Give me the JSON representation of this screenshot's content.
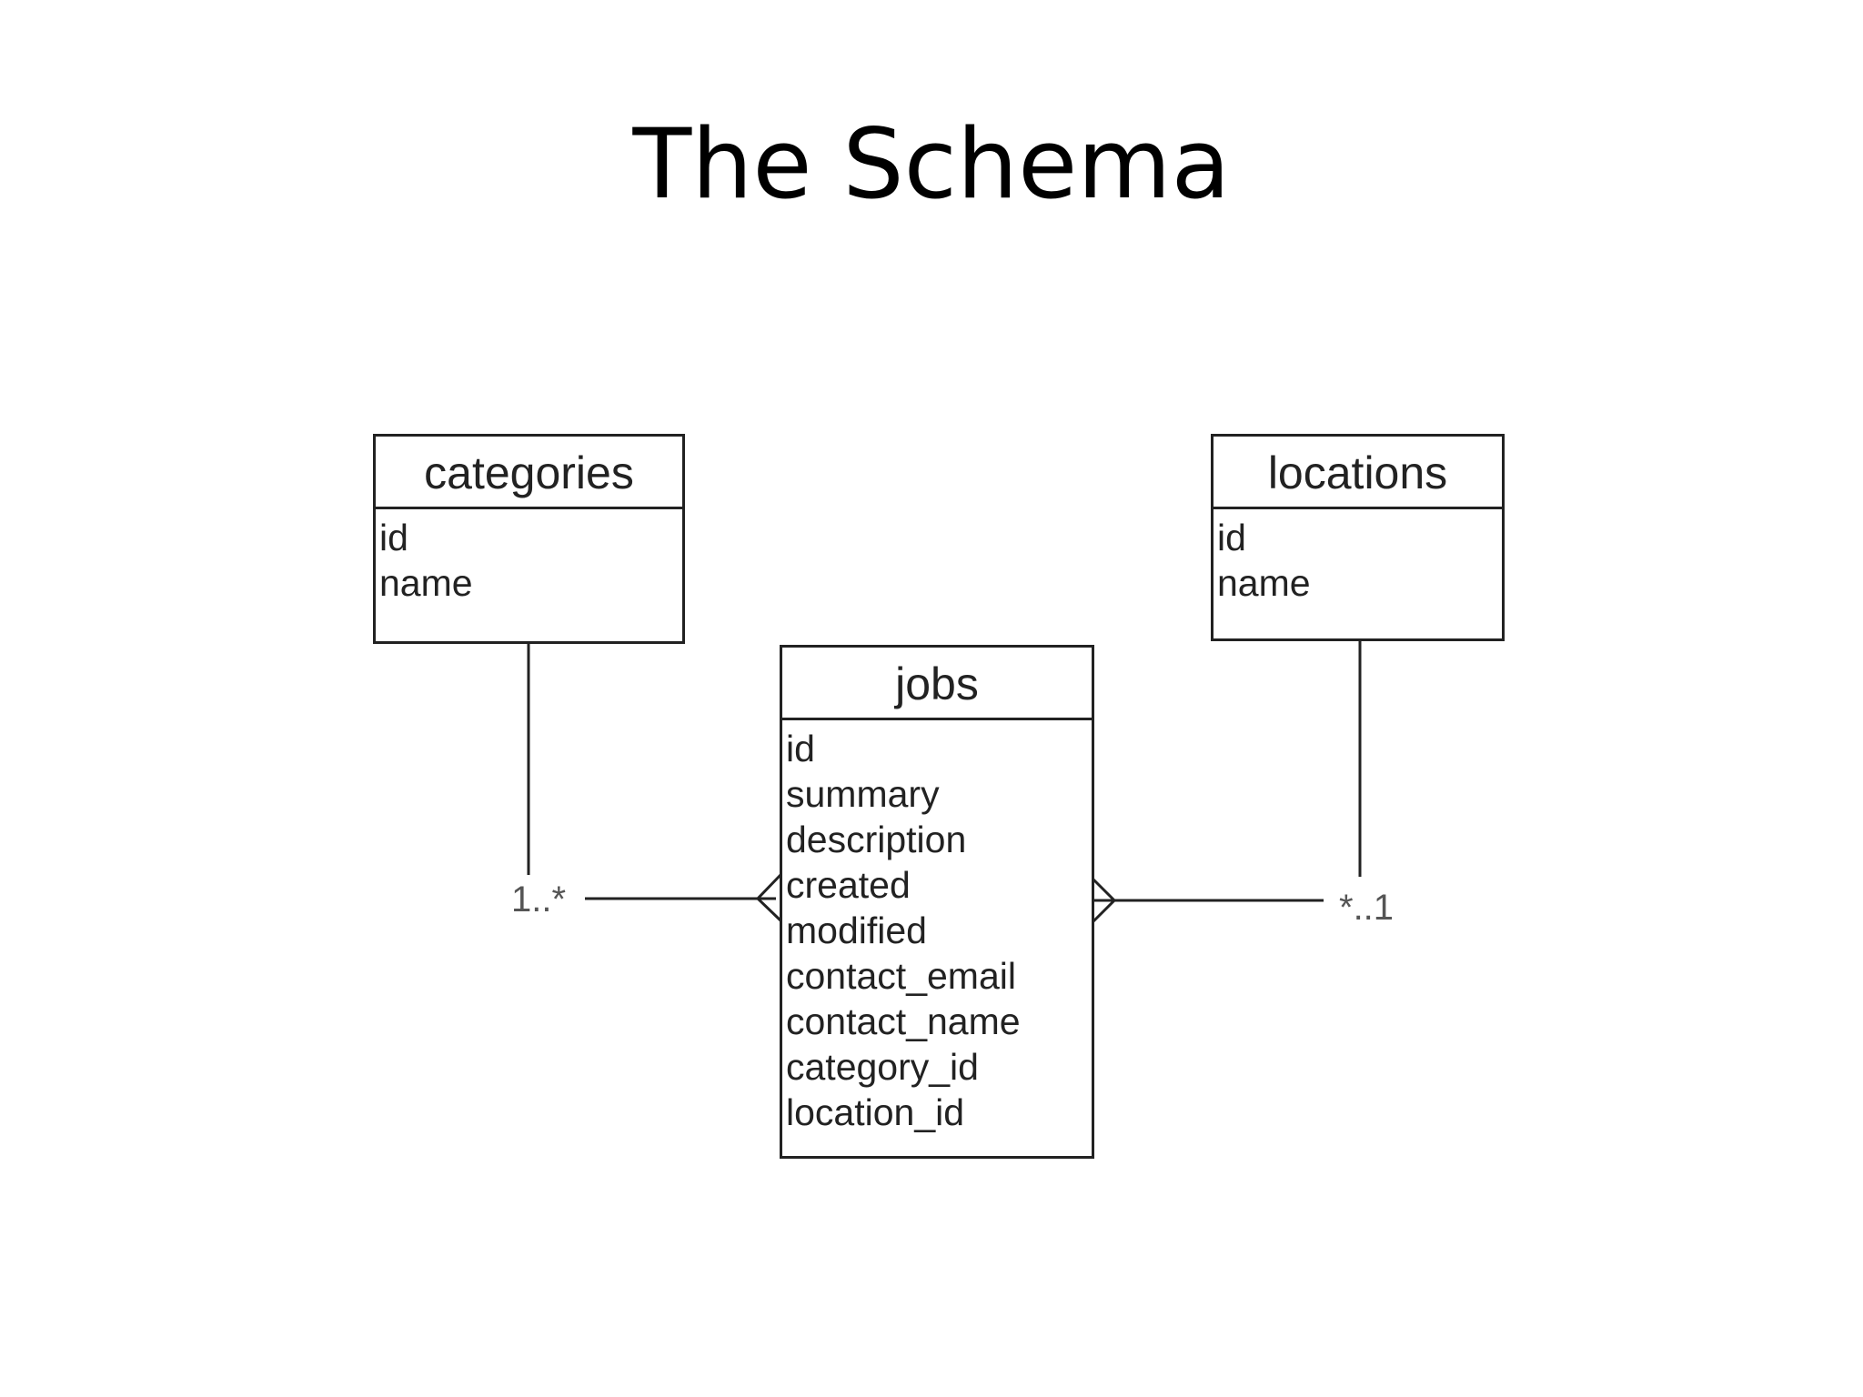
{
  "slide": {
    "title": "The Schema"
  },
  "entities": {
    "categories": {
      "name": "categories",
      "fields": [
        "id",
        "name"
      ]
    },
    "locations": {
      "name": "locations",
      "fields": [
        "id",
        "name"
      ]
    },
    "jobs": {
      "name": "jobs",
      "fields": [
        "id",
        "summary",
        "description",
        "created",
        "modified",
        "contact_email",
        "contact_name",
        "category_id",
        "location_id"
      ]
    }
  },
  "relationships": {
    "categories_jobs": {
      "multiplicity": "1..*"
    },
    "jobs_locations": {
      "multiplicity": "*..1"
    }
  },
  "colors": {
    "line": "#222222",
    "label": "#555555",
    "background": "#ffffff"
  }
}
